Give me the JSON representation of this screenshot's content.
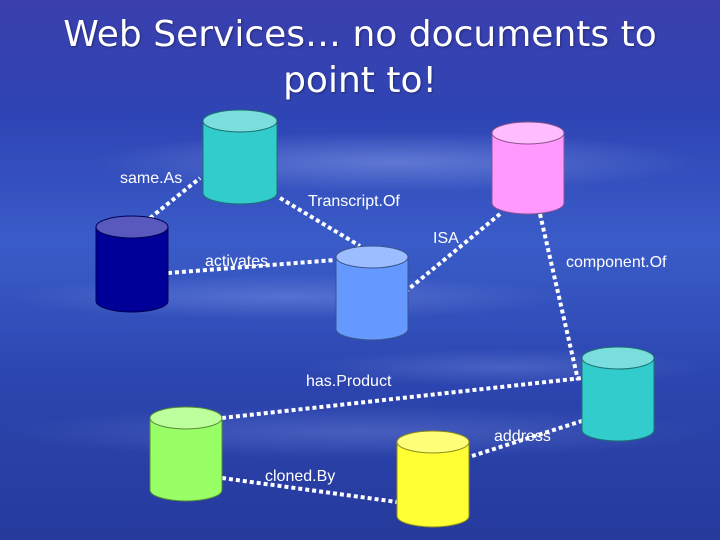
{
  "slide": {
    "title_line1": "Web Services… no documents to",
    "title_line2": "point to!"
  },
  "nodes": [
    {
      "id": "teal-top",
      "color": "#33cccc"
    },
    {
      "id": "pink",
      "color": "#ff99ff"
    },
    {
      "id": "navy",
      "color": "#000099"
    },
    {
      "id": "blue-center",
      "color": "#6699ff"
    },
    {
      "id": "teal-right",
      "color": "#33cccc"
    },
    {
      "id": "green",
      "color": "#99ff66"
    },
    {
      "id": "yellow",
      "color": "#ffff33"
    }
  ],
  "edges": [
    {
      "label": "same.As"
    },
    {
      "label": "Transcript.Of"
    },
    {
      "label": "ISA"
    },
    {
      "label": "activates"
    },
    {
      "label": "component.Of"
    },
    {
      "label": "has.Product"
    },
    {
      "label": "address"
    },
    {
      "label": "cloned.By"
    }
  ]
}
